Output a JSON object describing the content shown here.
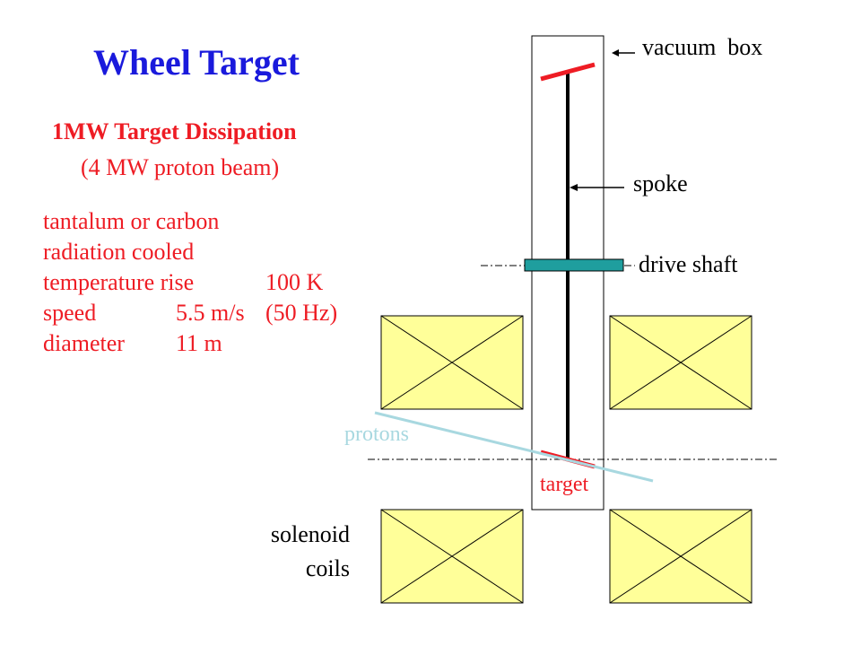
{
  "title": "Wheel Target",
  "subtitle": "1MW Target Dissipation",
  "subtitle2": "(4 MW proton beam)",
  "specs": {
    "line1": "tantalum or carbon",
    "line2": "radiation cooled",
    "line3_label": "temperature rise",
    "line3_value": "100 K",
    "line4_label": "speed",
    "line4_value": "5.5 m/s",
    "line4_extra": "(50 Hz)",
    "line5_label": "diameter",
    "line5_value": "11 m"
  },
  "labels": {
    "vacuum_box": "vacuum  box",
    "spoke": "spoke",
    "drive_shaft": "drive shaft",
    "protons": "protons",
    "target": "target",
    "solenoid": "solenoid",
    "coils": "coils"
  },
  "colors": {
    "title": "#1a1adc",
    "red": "#ee1c24",
    "coil_fill": "#ffff99",
    "shaft_fill": "#1f9e9e",
    "proton_beam": "#a8d8e0"
  }
}
